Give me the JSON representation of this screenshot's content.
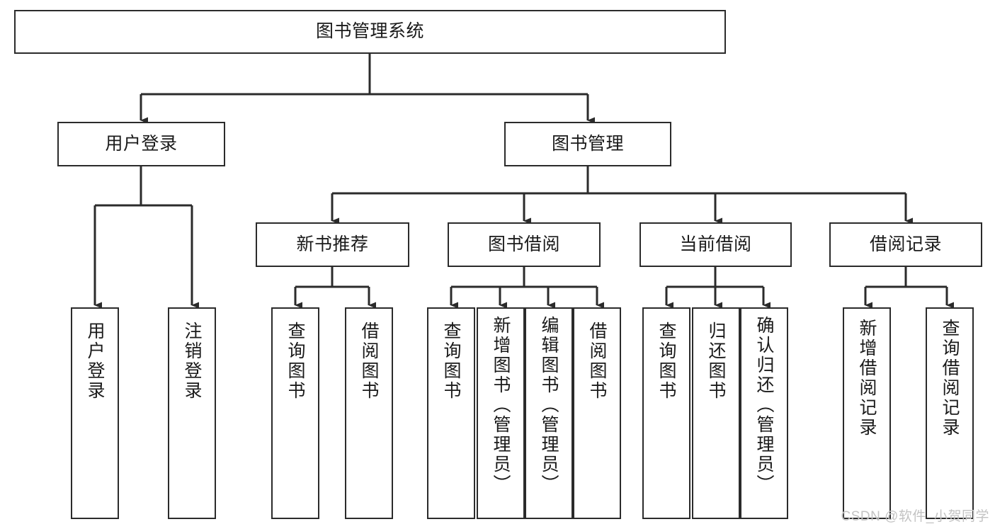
{
  "diagram": {
    "type": "tree-hierarchy",
    "title": "图书管理系统",
    "watermark": "CSDN @软件_小贺同学",
    "colors": {
      "box_border": "#2b2b2b",
      "box_fill": "#ffffff",
      "connector": "#2b2b2b",
      "text": "#1a1a1a",
      "watermark": "#c3c3c3",
      "background": "#ffffff"
    },
    "levels": {
      "level0": [
        {
          "id": "root",
          "label": "图书管理系统",
          "orientation": "horizontal"
        }
      ],
      "level1": [
        {
          "id": "user-login",
          "label": "用户登录",
          "orientation": "horizontal",
          "parent": "root"
        },
        {
          "id": "book-manage",
          "label": "图书管理",
          "orientation": "horizontal",
          "parent": "root"
        }
      ],
      "level2": [
        {
          "id": "new-book-rec",
          "label": "新书推荐",
          "orientation": "horizontal",
          "parent": "book-manage"
        },
        {
          "id": "book-borrow",
          "label": "图书借阅",
          "orientation": "horizontal",
          "parent": "book-manage"
        },
        {
          "id": "current-borrow",
          "label": "当前借阅",
          "orientation": "horizontal",
          "parent": "book-manage"
        },
        {
          "id": "borrow-record",
          "label": "借阅记录",
          "orientation": "horizontal",
          "parent": "book-manage"
        }
      ],
      "level3": [
        {
          "id": "leaf-user-login",
          "label": "用户登录",
          "orientation": "vertical",
          "parent": "user-login"
        },
        {
          "id": "leaf-user-logout",
          "label": "注销登录",
          "orientation": "vertical",
          "parent": "user-login"
        },
        {
          "id": "leaf-query-book-1",
          "label": "查询图书",
          "orientation": "vertical",
          "parent": "new-book-rec"
        },
        {
          "id": "leaf-borrow-book-1",
          "label": "借阅图书",
          "orientation": "vertical",
          "parent": "new-book-rec"
        },
        {
          "id": "leaf-query-book-2",
          "label": "查询图书",
          "orientation": "vertical",
          "parent": "book-borrow"
        },
        {
          "id": "leaf-add-book",
          "label": "新增图书（管理员）",
          "orientation": "vertical",
          "parent": "book-borrow"
        },
        {
          "id": "leaf-edit-book",
          "label": "编辑图书（管理员）",
          "orientation": "vertical",
          "parent": "book-borrow"
        },
        {
          "id": "leaf-borrow-book-2",
          "label": "借阅图书",
          "orientation": "vertical",
          "parent": "book-borrow"
        },
        {
          "id": "leaf-query-book-3",
          "label": "查询图书",
          "orientation": "vertical",
          "parent": "current-borrow"
        },
        {
          "id": "leaf-return-book",
          "label": "归还图书",
          "orientation": "vertical",
          "parent": "current-borrow"
        },
        {
          "id": "leaf-confirm-return",
          "label": "确认归还（管理员）",
          "orientation": "vertical",
          "parent": "current-borrow"
        },
        {
          "id": "leaf-add-record",
          "label": "新增借阅记录",
          "orientation": "vertical",
          "parent": "borrow-record"
        },
        {
          "id": "leaf-query-record",
          "label": "查询借阅记录",
          "orientation": "vertical",
          "parent": "borrow-record"
        }
      ]
    }
  }
}
